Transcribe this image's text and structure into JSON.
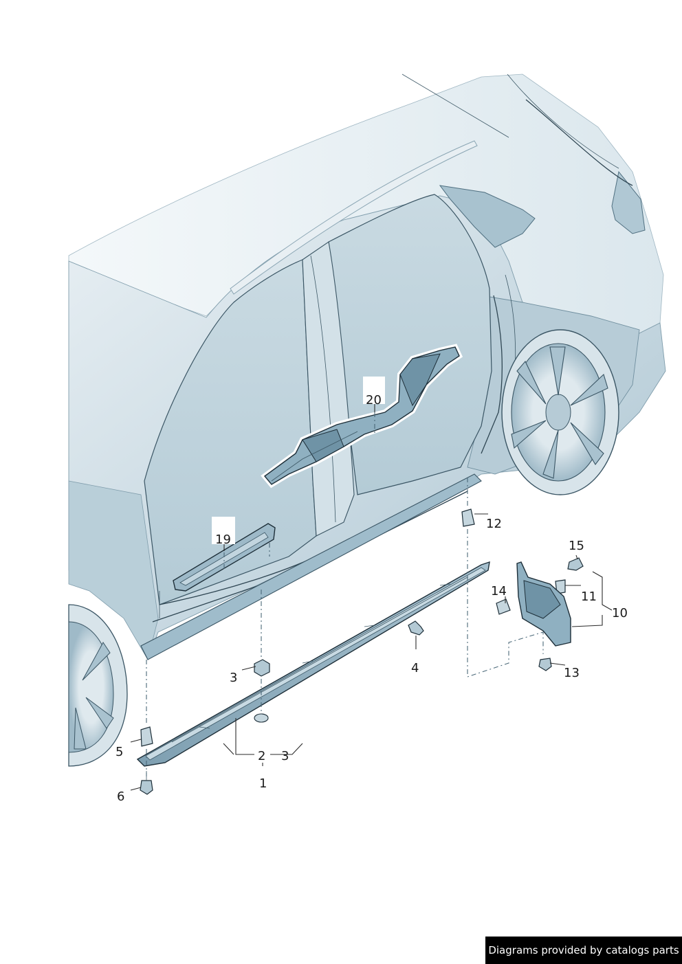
{
  "credit": "Diagrams provided by catalogs parts",
  "colors": {
    "body_fill": "#c9d9e1",
    "body_shade": "#9fbccb",
    "glass": "#b9cfd9",
    "part_fill": "#8fb0c1",
    "part_dark": "#6f93a6",
    "line": "#2e4552"
  },
  "callouts": {
    "c1": "1",
    "c2": "2",
    "c3a": "3",
    "c3b": "3",
    "c4": "4",
    "c5": "5",
    "c6": "6",
    "c10": "10",
    "c11": "11",
    "c12": "12",
    "c13": "13",
    "c14": "14",
    "c15": "15",
    "c19": "19",
    "c20": "20"
  }
}
